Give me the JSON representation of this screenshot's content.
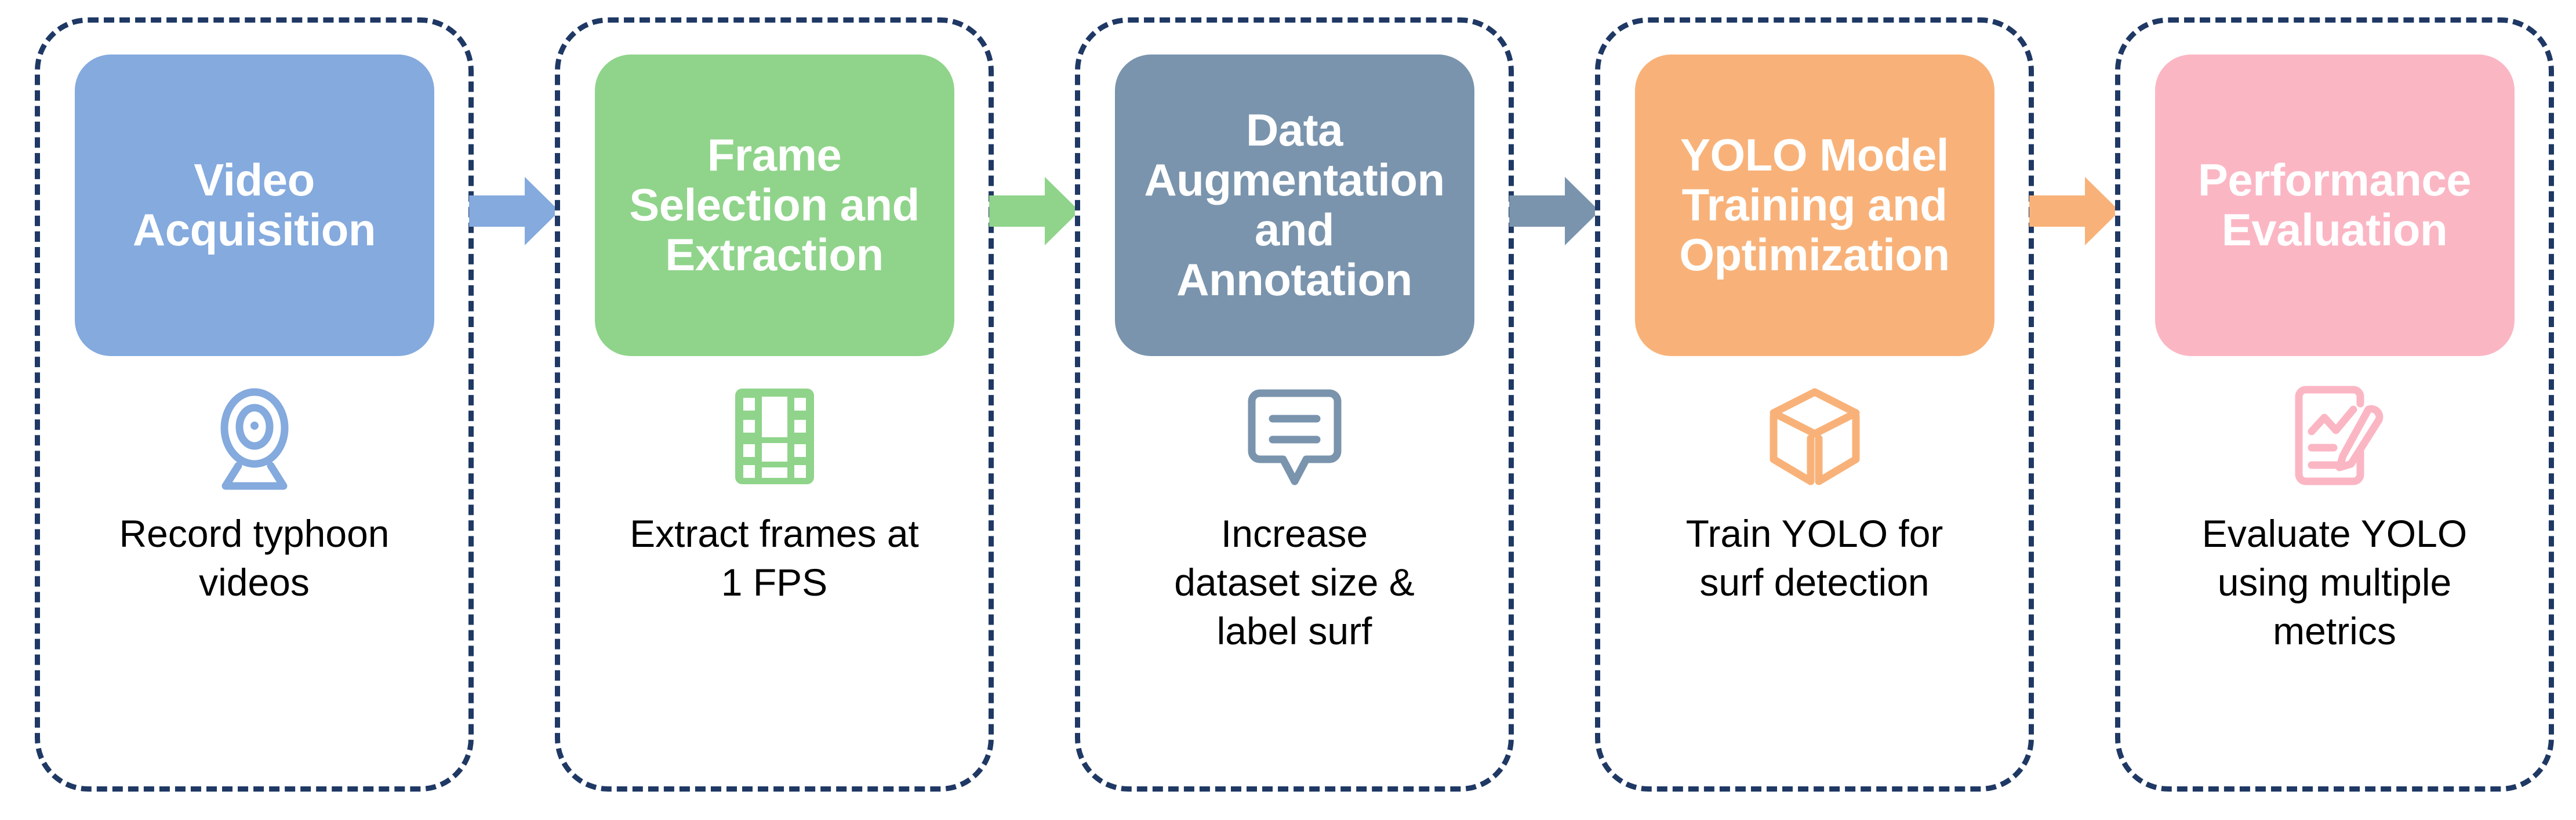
{
  "diagram": {
    "type": "horizontal-pipeline-flowchart",
    "stage_count": 5,
    "colors": {
      "stage1": "#84AADE",
      "stage2": "#8FD48A",
      "stage3": "#7A94AD",
      "stage4": "#F8B279",
      "stage5": "#FBB6C4",
      "dashed_border": "#1F3864",
      "caption_text": "#000000",
      "title_text": "#FFFFFF"
    }
  },
  "stages": [
    {
      "id": "video-acquisition",
      "title": "Video\nAcquisition",
      "icon": "webcam-icon",
      "caption": "Record typhoon\nvideos",
      "color": "#84AADE"
    },
    {
      "id": "frame-selection-and-extraction",
      "title": "Frame\nSelection and\nExtraction",
      "icon": "film-strip-icon",
      "caption": "Extract frames at\n1 FPS",
      "color": "#8FD48A"
    },
    {
      "id": "data-augmentation-and-annotation",
      "title": "Data\nAugmentation\nand\nAnnotation",
      "icon": "comment-bubble-icon",
      "caption": "Increase\ndataset size &\nlabel surf",
      "color": "#7A94AD"
    },
    {
      "id": "yolo-model-training-and-optimization",
      "title": "YOLO Model\nTraining and\nOptimization",
      "icon": "cube-3d-icon",
      "caption": "Train YOLO for\nsurf detection",
      "color": "#F8B279"
    },
    {
      "id": "performance-evaluation",
      "title": "Performance\nEvaluation",
      "icon": "report-chart-pencil-icon",
      "caption": "Evaluate YOLO\nusing multiple\nmetrics",
      "color": "#FBB6C4"
    }
  ],
  "arrows": [
    {
      "id": "arrow-1-to-2",
      "from": "video-acquisition",
      "to": "frame-selection-and-extraction",
      "color": "#84AADE"
    },
    {
      "id": "arrow-2-to-3",
      "from": "frame-selection-and-extraction",
      "to": "data-augmentation-and-annotation",
      "color": "#8FD48A"
    },
    {
      "id": "arrow-3-to-4",
      "from": "data-augmentation-and-annotation",
      "to": "yolo-model-training-and-optimization",
      "color": "#7A94AD"
    },
    {
      "id": "arrow-4-to-5",
      "from": "yolo-model-training-and-optimization",
      "to": "performance-evaluation",
      "color": "#F8B279"
    }
  ]
}
